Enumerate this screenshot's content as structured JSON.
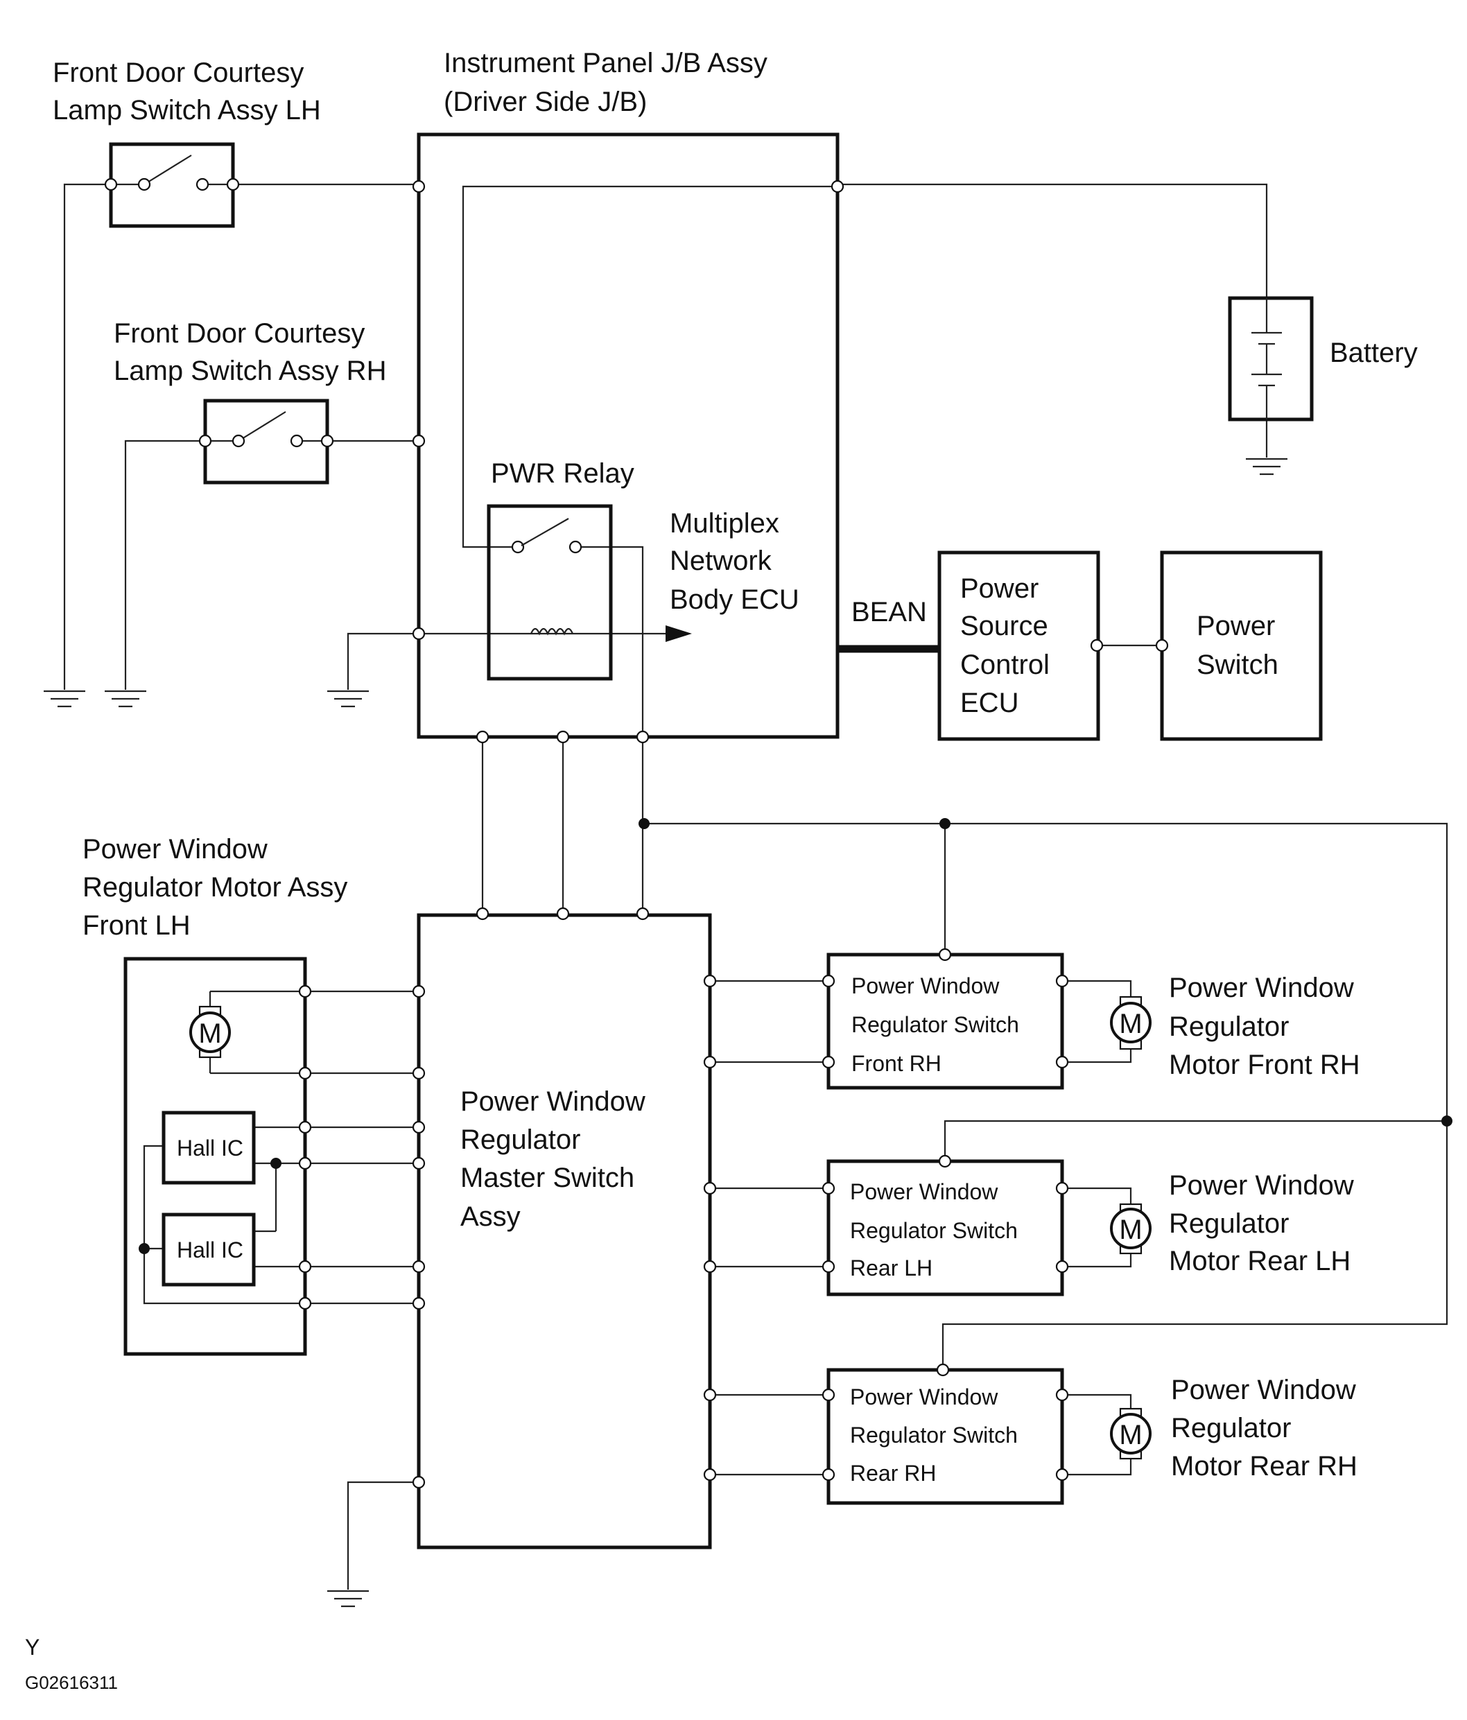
{
  "labels": {
    "courtesy_lh": [
      "Front Door Courtesy",
      "Lamp Switch Assy LH"
    ],
    "courtesy_rh": [
      "Front Door Courtesy",
      "Lamp Switch Assy RH"
    ],
    "jb": [
      "Instrument Panel J/B Assy",
      "(Driver Side J/B)"
    ],
    "battery": "Battery",
    "pwr_relay": "PWR Relay",
    "body_ecu": [
      "Multiplex",
      "Network",
      "Body ECU"
    ],
    "bean": "BEAN",
    "power_source_ecu": [
      "Power",
      "Source",
      "Control",
      "ECU"
    ],
    "power_switch": [
      "Power",
      "Switch"
    ],
    "motor_front_lh": [
      "Power Window",
      "Regulator Motor Assy",
      "Front LH"
    ],
    "hall_ic_1": "Hall IC",
    "hall_ic_2": "Hall IC",
    "master_switch": [
      "Power Window",
      "Regulator",
      "Master Switch",
      "Assy"
    ],
    "switch_front_rh": [
      "Power Window",
      "Regulator Switch",
      "Front RH"
    ],
    "switch_rear_lh": [
      "Power Window",
      "Regulator Switch",
      "Rear LH"
    ],
    "switch_rear_rh": [
      "Power Window",
      "Regulator Switch",
      "Rear RH"
    ],
    "motor_front_rh": [
      "Power Window",
      "Regulator",
      "Motor Front RH"
    ],
    "motor_rear_lh": [
      "Power Window",
      "Regulator",
      "Motor Rear LH"
    ],
    "motor_rear_rh": [
      "Power Window",
      "Regulator",
      "Motor Rear RH"
    ],
    "motor_symbol": "M",
    "footer_letter": "Y",
    "figure_code": "G02616311"
  }
}
